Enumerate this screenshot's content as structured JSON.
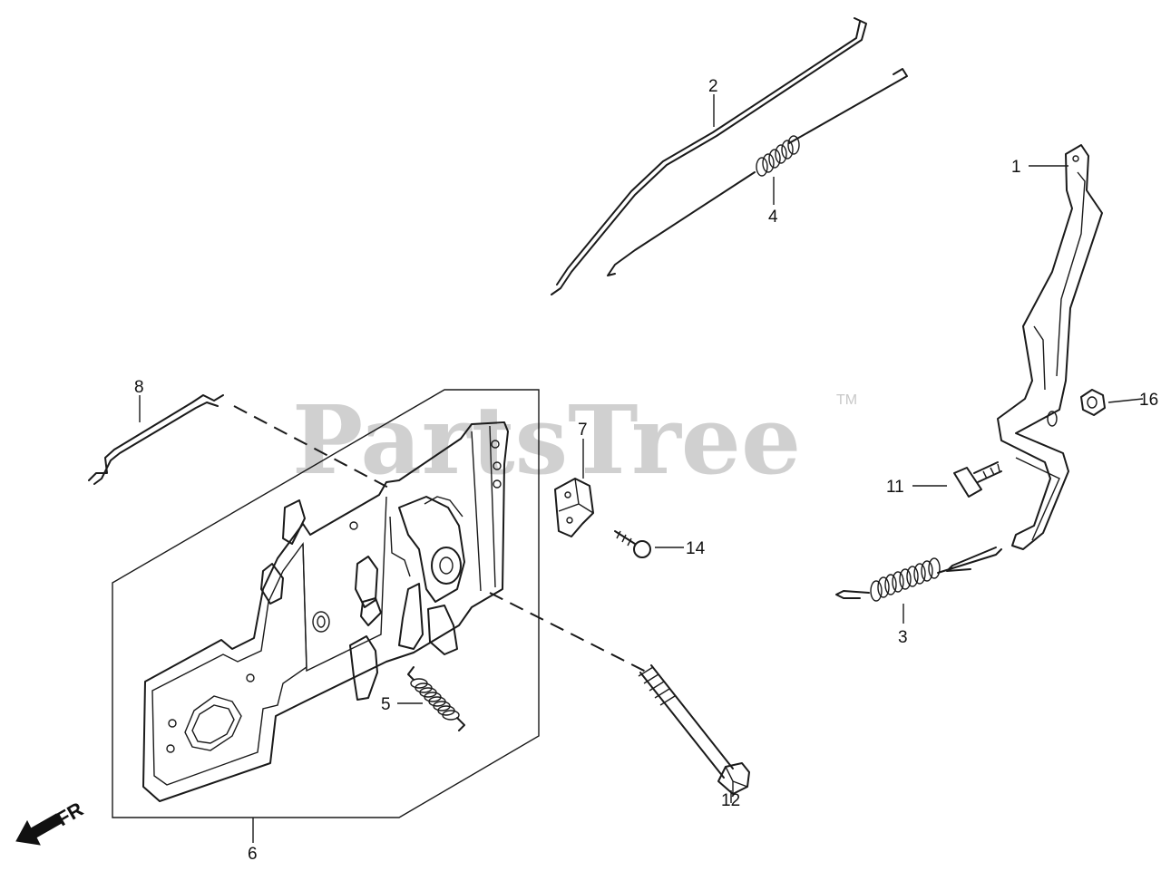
{
  "watermark": {
    "brand": "PartsTree",
    "mark": "TM"
  },
  "direction": {
    "label": "FR"
  },
  "callouts": {
    "c1": "1",
    "c2": "2",
    "c3": "3",
    "c4": "4",
    "c5": "5",
    "c6": "6",
    "c7": "7",
    "c8": "8",
    "c11": "11",
    "c12": "12",
    "c14": "14",
    "c16": "16"
  }
}
